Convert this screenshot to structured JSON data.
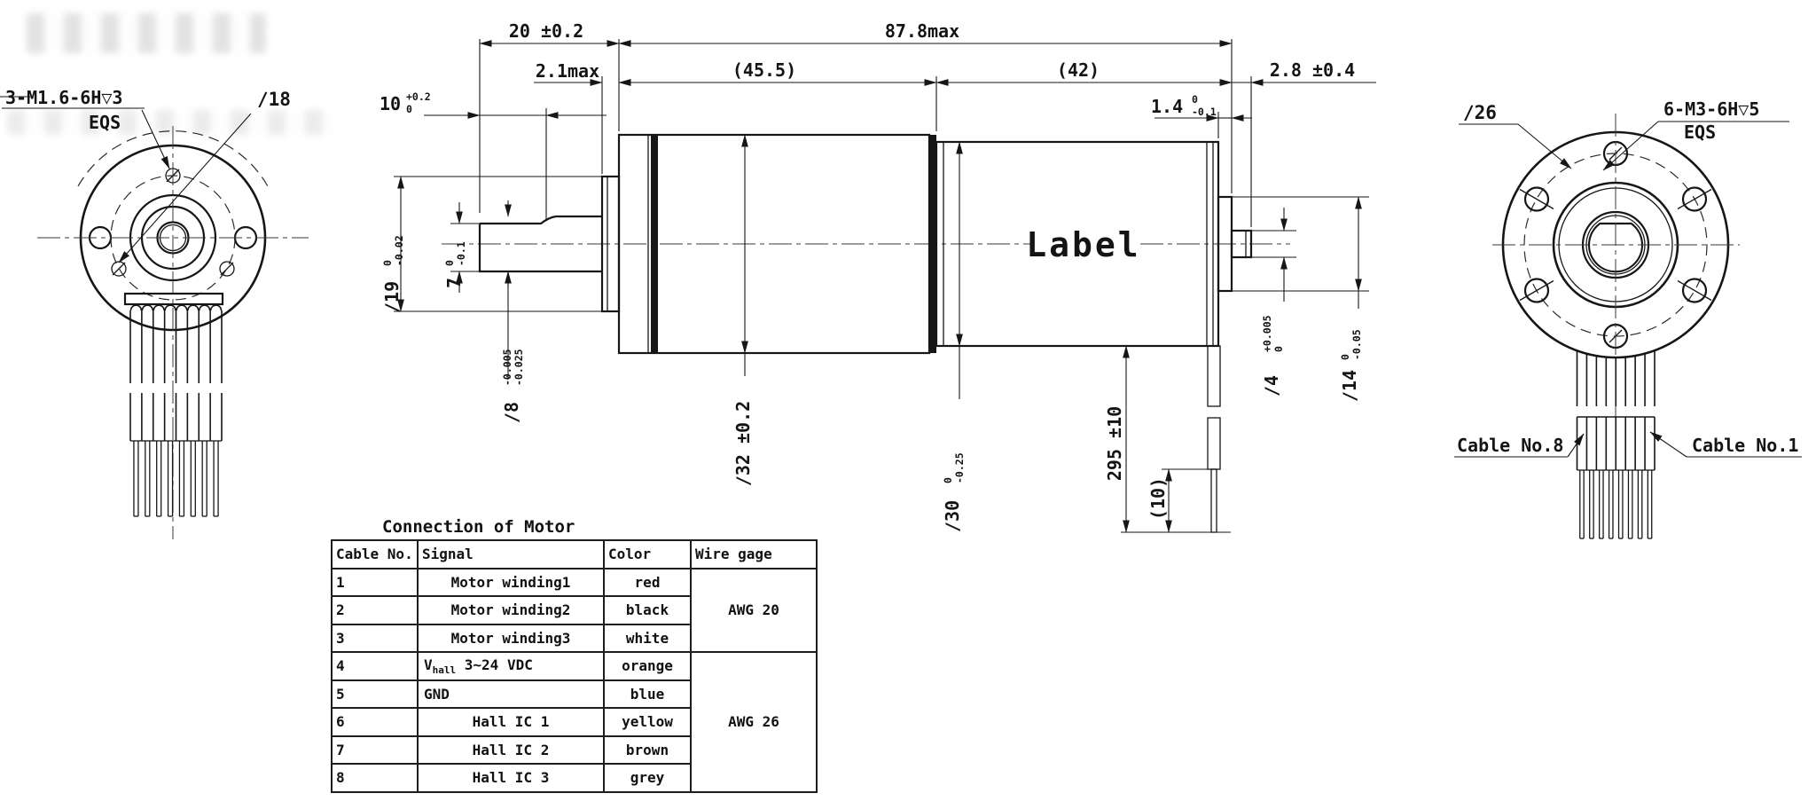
{
  "drawing": {
    "background": "#ffffff",
    "line_color": "#161616"
  },
  "left_view": {
    "thread_callout": "3-M1.6-6H▽3",
    "eqs": "EQS",
    "bolt_circle_dia": "∕18"
  },
  "side_view": {
    "label_text": "Label",
    "dims": {
      "shaft_protrusion": "20 ±0.2",
      "total_length": "87.8max",
      "boss_len": "2.1max",
      "gearbox_len": "(45.5)",
      "motor_len": "(42)",
      "rear_shaft_len": "2.8 ±0.4",
      "shaft_flat_len": {
        "v": "10",
        "t": "+0.2",
        "b": "0"
      },
      "rear_boss_len": {
        "v": "1.4",
        "t": "0",
        "b": "-0.1"
      },
      "front_boss_dia": {
        "v": "∕19",
        "t": "0",
        "b": "-0.02"
      },
      "flat_height": {
        "v": "7",
        "t": "0",
        "b": "-0.1"
      },
      "shaft_dia": {
        "v": "∕8",
        "t": "-0.005",
        "b": "-0.025"
      },
      "gearbox_dia": "∕32 ±0.2",
      "motor_dia": {
        "v": "∕30",
        "t": "0",
        "b": "-0.25"
      },
      "rear_shaft_dia": {
        "v": "∕4",
        "t": "+0.005",
        "b": "0"
      },
      "rear_boss_dia": {
        "v": "∕14",
        "t": "0",
        "b": "-0.05"
      },
      "cable_len": "295 ±10",
      "strip_len": "(10)"
    }
  },
  "right_view": {
    "flange_bolt_circle": "∕26",
    "thread_callout": "6-M3-6H▽5",
    "eqs": "EQS",
    "cable_no_8": "Cable No.8",
    "cable_no_1": "Cable No.1",
    "wire_count": 8
  },
  "table": {
    "title": "Connection of Motor",
    "headers": [
      "Cable No.",
      "Signal",
      "Color",
      "Wire gage"
    ],
    "rows": [
      {
        "no": "1",
        "signal": "Motor winding1",
        "color": "red",
        "align": "center"
      },
      {
        "no": "2",
        "signal": "Motor winding2",
        "color": "black",
        "align": "center"
      },
      {
        "no": "3",
        "signal": "Motor winding3",
        "color": "white",
        "align": "center"
      },
      {
        "no": "4",
        "signal_main": "V",
        "signal_sub": "hall",
        "signal_rest": "3~24 VDC",
        "color": "orange",
        "align": "left"
      },
      {
        "no": "5",
        "signal": "GND",
        "color": "blue",
        "align": "left"
      },
      {
        "no": "6",
        "signal": "Hall IC 1",
        "color": "yellow",
        "align": "center"
      },
      {
        "no": "7",
        "signal": "Hall IC 2",
        "color": "brown",
        "align": "center"
      },
      {
        "no": "8",
        "signal": "Hall IC 3",
        "color": "grey",
        "align": "center"
      }
    ],
    "wire_gage_groups": [
      {
        "label": "AWG 20",
        "span": 3
      },
      {
        "label": "AWG 26",
        "span": 5
      }
    ]
  }
}
